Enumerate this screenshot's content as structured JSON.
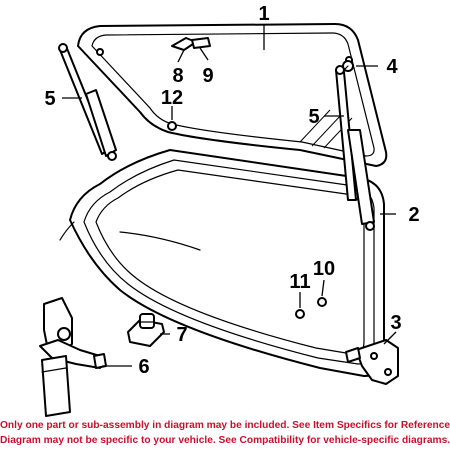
{
  "callouts": {
    "c1": "1",
    "c2": "2",
    "c3": "3",
    "c4": "4",
    "c5a": "5",
    "c5b": "5",
    "c6": "6",
    "c7": "7",
    "c8": "8",
    "c9": "9",
    "c10": "10",
    "c11": "11",
    "c12": "12"
  },
  "disclaimer": {
    "line1": "Only one part or sub-assembly in diagram may be included. See Item Specifics for Reference #.",
    "line2": "Diagram may not be specific to your vehicle. See Compatibility for vehicle-specific diagrams."
  },
  "colors": {
    "line_art": "#000000",
    "disclaimer_text": "#c8102e",
    "background": "#ffffff"
  }
}
